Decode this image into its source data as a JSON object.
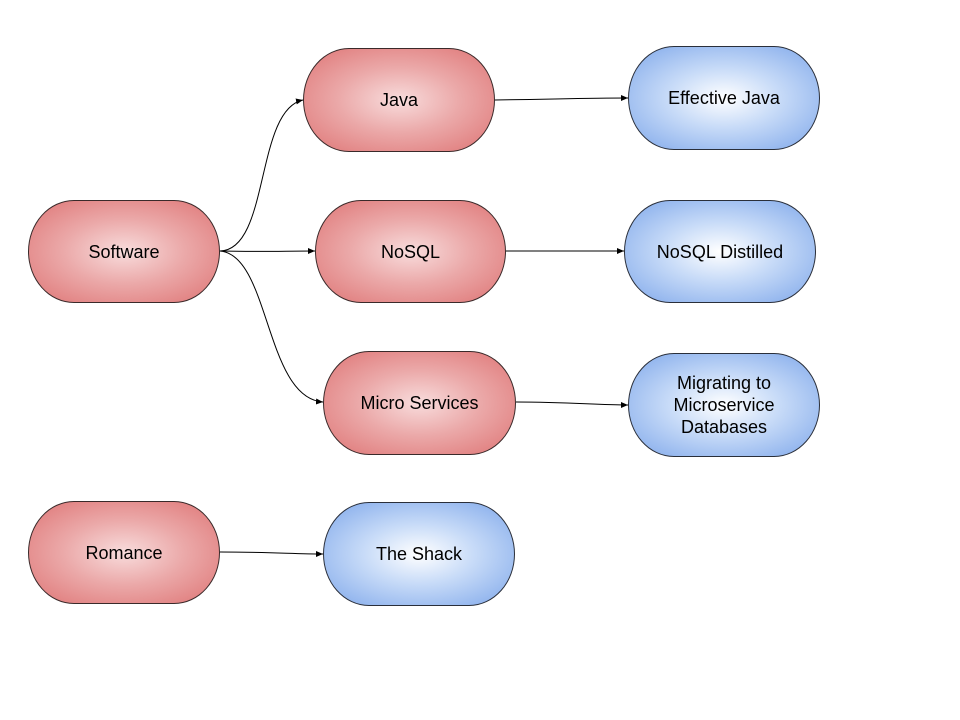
{
  "nodes": {
    "software": {
      "label": "Software",
      "category": "genre"
    },
    "java": {
      "label": "Java",
      "category": "genre"
    },
    "nosql": {
      "label": "NoSQL",
      "category": "genre"
    },
    "micro": {
      "label": "Micro Services",
      "category": "genre"
    },
    "romance": {
      "label": "Romance",
      "category": "genre"
    },
    "effective_java": {
      "label": "Effective Java",
      "category": "book"
    },
    "nosql_distilled": {
      "label": "NoSQL Distilled",
      "category": "book"
    },
    "migrating": {
      "label": "Migrating to\nMicroservice\nDatabases",
      "category": "book"
    },
    "the_shack": {
      "label": "The Shack",
      "category": "book"
    }
  },
  "edges": [
    {
      "from": "software",
      "to": "java"
    },
    {
      "from": "software",
      "to": "nosql"
    },
    {
      "from": "software",
      "to": "micro"
    },
    {
      "from": "java",
      "to": "effective_java"
    },
    {
      "from": "nosql",
      "to": "nosql_distilled"
    },
    {
      "from": "micro",
      "to": "migrating"
    },
    {
      "from": "romance",
      "to": "the_shack"
    }
  ],
  "colors": {
    "genre_fill": "#e07b7b",
    "book_fill": "#7ea7ea",
    "edge": "#000000"
  }
}
